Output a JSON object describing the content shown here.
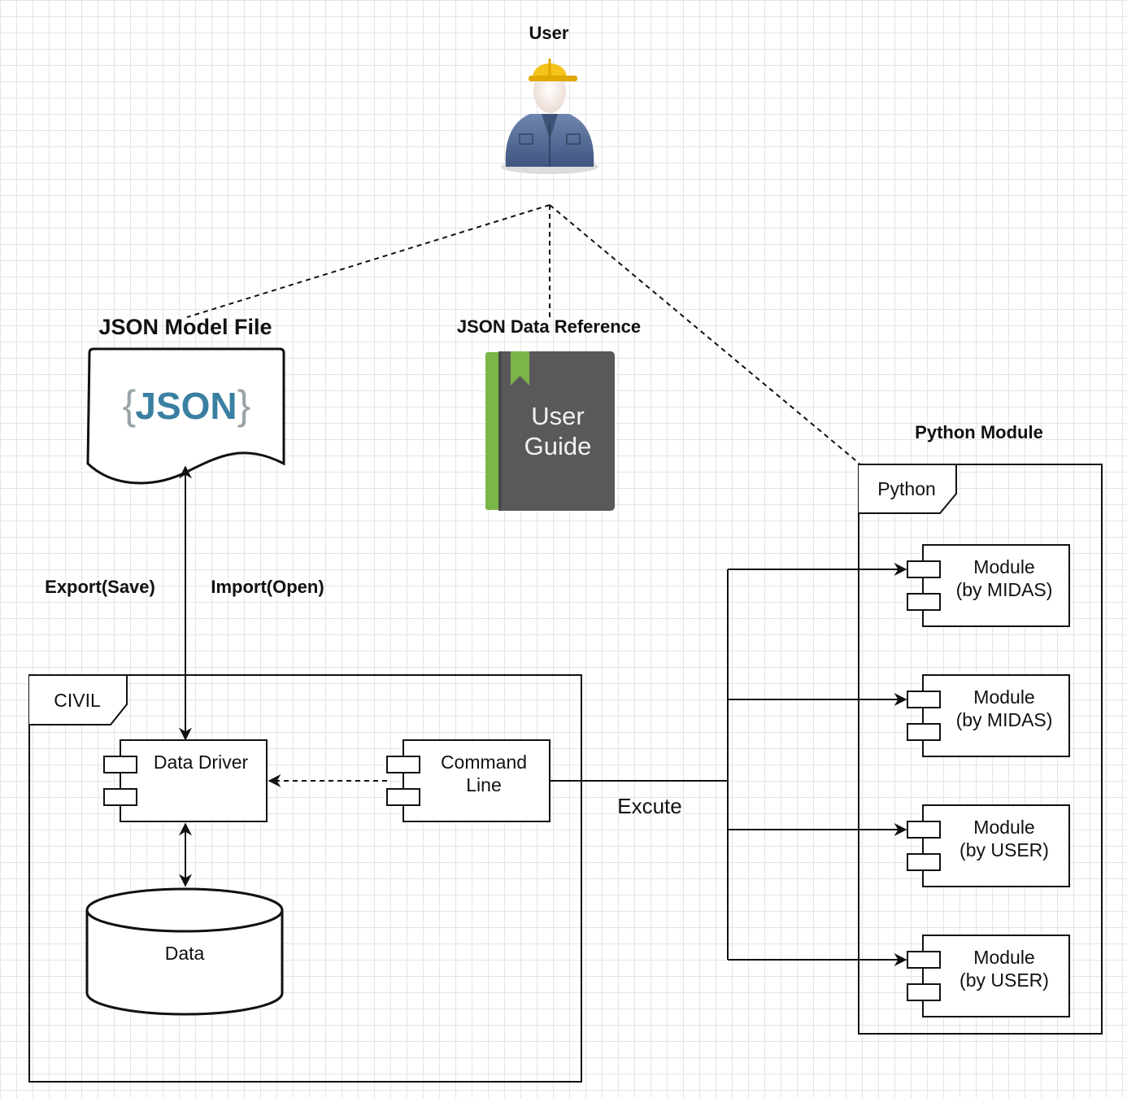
{
  "user": {
    "label": "User"
  },
  "json_file": {
    "title": "JSON Model File",
    "brace_open": "{",
    "text": "JSON",
    "brace_close": "}"
  },
  "reference": {
    "title": "JSON Data Reference",
    "book_line1": "User",
    "book_line2": "Guide"
  },
  "python_module": {
    "title": "Python Module",
    "frame_label": "Python",
    "modules": [
      {
        "line1": "Module",
        "line2": "(by MIDAS)"
      },
      {
        "line1": "Module",
        "line2": "(by MIDAS)"
      },
      {
        "line1": "Module",
        "line2": "(by USER)"
      },
      {
        "line1": "Module",
        "line2": "(by USER)"
      }
    ]
  },
  "edges": {
    "export": "Export(Save)",
    "import": "Import(Open)",
    "execute": "Excute"
  },
  "civil": {
    "frame_label": "CIVIL",
    "data_driver": "Data Driver",
    "command_line1": "Command",
    "command_line2": "Line",
    "data": "Data"
  },
  "colors": {
    "json_text": "#3a7fa1",
    "json_brace": "#9aa4a8",
    "book_body": "#595959",
    "book_spine": "#7ab648",
    "helmet": "#f3c21b",
    "shirt": "#566f9a"
  }
}
